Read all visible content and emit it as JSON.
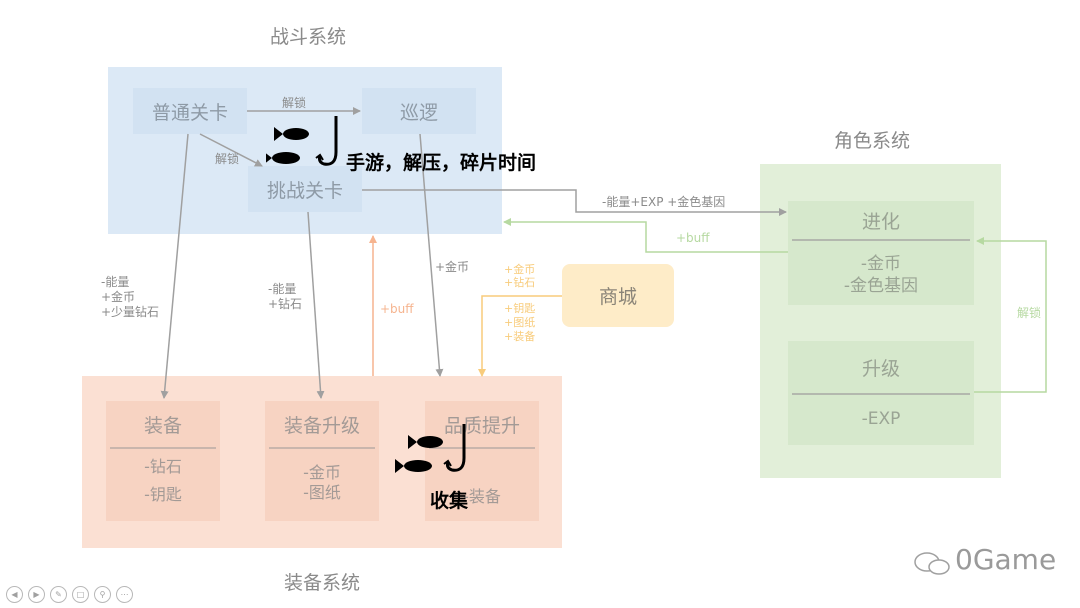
{
  "titles": {
    "battle": "战斗系统",
    "equipment": "装备系统",
    "character": "角色系统"
  },
  "battle": {
    "normal_stage": "普通关卡",
    "patrol": "巡逻",
    "challenge_stage": "挑战关卡",
    "unlock_label_1": "解锁",
    "unlock_label_2": "解锁"
  },
  "flows": {
    "to_equip": [
      "-能量",
      "+金币",
      "+少量钻石"
    ],
    "to_upgrade": [
      "-能量",
      "+钻石"
    ],
    "patrol_gold": "+金币",
    "buff_up": "+buff",
    "to_evolve": "-能量+EXP +金色基因",
    "evolve_buff": "+buff",
    "shop_top": [
      "+金币",
      "+钻石"
    ],
    "shop_bottom": [
      "+钥匙",
      "+图纸",
      "+装备"
    ],
    "upgrade_unlock": "解锁"
  },
  "shop": {
    "label": "商城"
  },
  "equipment": {
    "equip": {
      "title": "装备",
      "lines": [
        "-钻石",
        "-钥匙"
      ]
    },
    "upgrade": {
      "title": "装备升级",
      "lines": [
        "-金币",
        "-图纸"
      ]
    },
    "quality": {
      "title": "品质提升",
      "lines": [
        "-装备"
      ]
    }
  },
  "character": {
    "evolve": {
      "title": "进化",
      "lines": [
        "-金币",
        "-金色基因"
      ]
    },
    "levelup": {
      "title": "升级",
      "lines": [
        "-EXP"
      ]
    }
  },
  "overlays": {
    "top": "手游，解压，碎片时间",
    "bottom": "收集"
  },
  "watermark": "0Game",
  "nav_icons": [
    "prev-icon",
    "next-icon",
    "pen-icon",
    "copy-icon",
    "zoom-icon",
    "more-icon"
  ],
  "colors": {
    "blue_panel": "#dce9f6",
    "orange_panel": "#fbe0d3",
    "green_panel": "#e2efd9",
    "shop": "#feecc8",
    "arrow_gray": "#a0a0a0",
    "arrow_orange": "#f6b48f",
    "arrow_yellow": "#f8cc7c",
    "arrow_green": "#b6d9a1"
  }
}
